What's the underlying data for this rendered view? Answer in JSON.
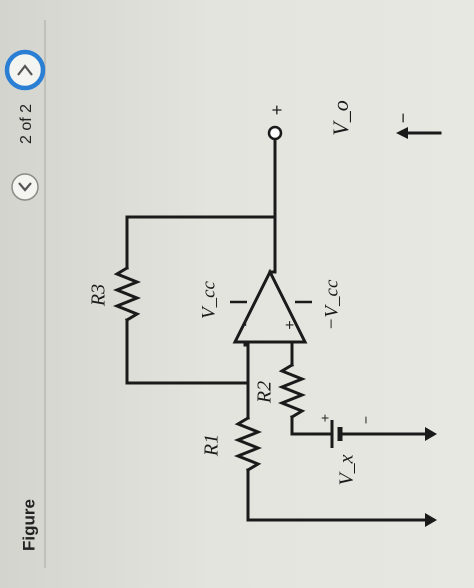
{
  "header": {
    "title": "Figure",
    "page_indicator": "2 of 2",
    "prev_icon": "chevron-left-icon",
    "next_icon": "chevron-right-icon",
    "accent_color": "#2a7fd4"
  },
  "circuit": {
    "resistors": [
      "R1",
      "R2",
      "R3"
    ],
    "supply_pos": "V_cc",
    "supply_neg": "−V_cc",
    "input_source": "V_x",
    "output": "V_o",
    "minus_sign": "−",
    "plus_sign": "+",
    "terminal_plus": "+",
    "terminal_minus": "−"
  }
}
